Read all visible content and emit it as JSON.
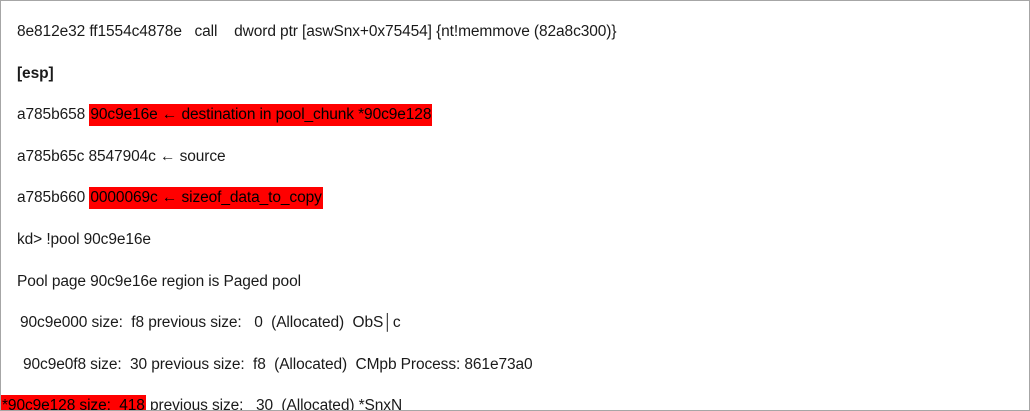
{
  "window": {
    "kind": "windbg-kernel-debugger-transcript",
    "border_color": "#a6a6a6",
    "background": "#ffffff",
    "highlight_color": "#ff0000",
    "text_color": "#1a1a1a"
  },
  "terminal": {
    "lines": [
      {
        "id": "disasm-call",
        "indent": "indent-0",
        "bold": false,
        "segments": [
          {
            "text": "8e812e32 ff1554c4878e   call    dword ptr [aswSnx+0x75454] {nt!memmove (82a8c300)}",
            "highlight": false
          }
        ]
      },
      {
        "id": "esp-header",
        "indent": "indent-0",
        "bold": true,
        "segments": [
          {
            "text": "[esp]",
            "highlight": false
          }
        ]
      },
      {
        "id": "stack-destination",
        "indent": "indent-0",
        "bold": false,
        "segments": [
          {
            "text": "a785b658 ",
            "highlight": false
          },
          {
            "text": "90c9e16e ← destination in pool_chunk *90c9e128",
            "highlight": true
          }
        ]
      },
      {
        "id": "stack-source",
        "indent": "indent-0",
        "bold": false,
        "segments": [
          {
            "text": "a785b65c 8547904c ← source",
            "highlight": false
          }
        ]
      },
      {
        "id": "stack-size",
        "indent": "indent-0",
        "bold": false,
        "segments": [
          {
            "text": "a785b660 ",
            "highlight": false
          },
          {
            "text": "0000069c ← sizeof_data_to_copy",
            "highlight": true
          }
        ]
      },
      {
        "id": "command-pool",
        "indent": "indent-0",
        "bold": false,
        "segments": [
          {
            "text": "kd> !pool 90c9e16e",
            "highlight": false
          }
        ]
      },
      {
        "id": "pool-page-region",
        "indent": "indent-0",
        "bold": false,
        "segments": [
          {
            "text": "Pool page 90c9e16e region is Paged pool",
            "highlight": false
          }
        ]
      },
      {
        "id": "pool-chunk-obsc",
        "indent": "indent-1",
        "bold": false,
        "segments": [
          {
            "text": "90c9e000 size:  f8 previous size:   0  (Allocated)  ObS",
            "highlight": false
          },
          {
            "text": "│",
            "highlight": false,
            "caret": true
          },
          {
            "text": "c",
            "highlight": false
          }
        ]
      },
      {
        "id": "pool-chunk-cmpb",
        "indent": "indent-2",
        "bold": false,
        "segments": [
          {
            "text": "90c9e0f8 size:  30 previous size:  f8  (Allocated)  CMpb Process: 861e73a0",
            "highlight": false
          }
        ]
      },
      {
        "id": "pool-chunk-snxn",
        "indent": "flush",
        "bold": false,
        "segments": [
          {
            "text": "*90c9e128 size:  418",
            "highlight": true
          },
          {
            "text": " previous size:   30  (Allocated) *SnxN",
            "highlight": false
          }
        ]
      }
    ]
  }
}
